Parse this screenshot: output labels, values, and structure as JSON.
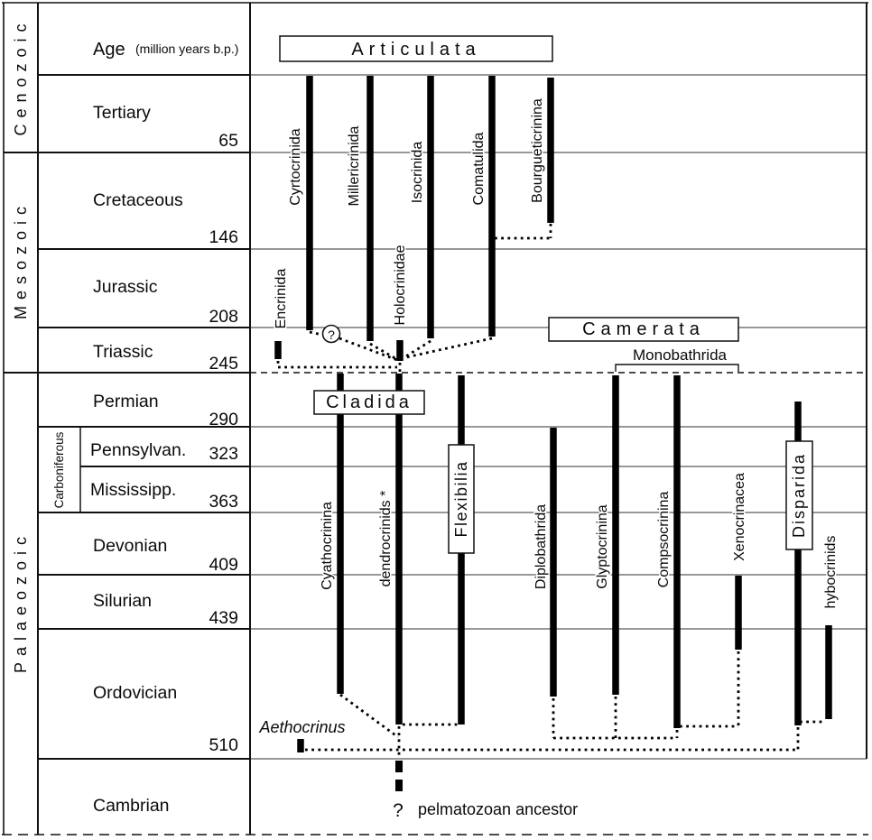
{
  "timescale": {
    "age_header": {
      "label": "Age",
      "units": "(million years b.p.)"
    },
    "eras": [
      "Cenozoic",
      "Mesozoic",
      "Palaeozoic"
    ],
    "carboniferous_label": "Carboniferous",
    "periods": [
      {
        "name": "Tertiary",
        "boundary_ma": "65"
      },
      {
        "name": "Cretaceous",
        "boundary_ma": "146"
      },
      {
        "name": "Jurassic",
        "boundary_ma": "208"
      },
      {
        "name": "Triassic",
        "boundary_ma": "245"
      },
      {
        "name": "Permian",
        "boundary_ma": "290"
      },
      {
        "name": "Pennsylvan.",
        "boundary_ma": "323"
      },
      {
        "name": "Mississipp.",
        "boundary_ma": "363"
      },
      {
        "name": "Devonian",
        "boundary_ma": "409"
      },
      {
        "name": "Silurian",
        "boundary_ma": "439"
      },
      {
        "name": "Ordovician",
        "boundary_ma": "510"
      },
      {
        "name": "Cambrian",
        "boundary_ma": ""
      }
    ]
  },
  "clade_boxes": {
    "articulata": "Articulata",
    "camerata": "Camerata",
    "monobathrida": "Monobathrida",
    "cladida": "Cladida",
    "flexibilia": "Flexibilia",
    "disparida": "Disparida"
  },
  "annotations": {
    "aethocrinus": "Aethocrinus",
    "uncertain_origin": "?",
    "ancestor_question": "?",
    "ancestor_label": "pelmatozoan ancestor"
  },
  "chart_data": {
    "type": "range-chart",
    "time_axis": {
      "unit": "million years b.p.",
      "boundaries": [
        65,
        146,
        208,
        245,
        290,
        323,
        363,
        409,
        439,
        510
      ]
    },
    "taxa": [
      {
        "name": "Cyrtocrinida",
        "from_ma": 210,
        "to_ma": 0
      },
      {
        "name": "Millericrinida",
        "from_ma": 220,
        "to_ma": 0
      },
      {
        "name": "Isocrinida",
        "from_ma": 217,
        "to_ma": 0
      },
      {
        "name": "Comatulida",
        "from_ma": 215,
        "to_ma": 0
      },
      {
        "name": "Bourgueticrinina",
        "from_ma": 124,
        "to_ma": 0
      },
      {
        "name": "Encrinida",
        "from_ma": 234,
        "to_ma": 219
      },
      {
        "name": "Holocrinidae",
        "from_ma": 236,
        "to_ma": 218
      },
      {
        "name": "Cyathocrinina",
        "from_ma": 474,
        "to_ma": 245
      },
      {
        "name": "dendrocrinids *",
        "from_ma": 491,
        "to_ma": 245
      },
      {
        "name": "Flexibilia",
        "from_ma": 490,
        "to_ma": 246
      },
      {
        "name": "Diplobathrida",
        "from_ma": 475,
        "to_ma": 290
      },
      {
        "name": "Glyptocrinina",
        "from_ma": 475,
        "to_ma": 246
      },
      {
        "name": "Compsocrinina",
        "from_ma": 493,
        "to_ma": 246
      },
      {
        "name": "Xenocrinacea",
        "from_ma": 450,
        "to_ma": 409
      },
      {
        "name": "Disparida",
        "from_ma": 492,
        "to_ma": 269
      },
      {
        "name": "hybocrinids",
        "from_ma": 488,
        "to_ma": 437
      },
      {
        "name": "Aethocrinus",
        "from_ma": 508,
        "to_ma": 500
      },
      {
        "name": "pelmatozoan ancestor",
        "from_ma": 530,
        "to_ma": 512,
        "style": "dashed-uncertain"
      }
    ],
    "links_dotted": [
      {
        "from": "Comatulida",
        "to": "Bourgueticrinina"
      },
      {
        "from": "Holocrinidae",
        "to": "Comatulida"
      },
      {
        "from": "Holocrinidae",
        "to": "Isocrinida"
      },
      {
        "from": "Holocrinidae",
        "to": "Millericrinida"
      },
      {
        "from": "Cyrtocrinida",
        "to": "Millericrinida",
        "marker": "circled ?"
      },
      {
        "from": "dendrocrinids *",
        "to": "Holocrinidae"
      },
      {
        "from": "dendrocrinids *",
        "to": "Encrinida"
      },
      {
        "from": "Cyathocrinina",
        "to": "dendrocrinids *"
      },
      {
        "from": "dendrocrinids *",
        "to": "Flexibilia"
      },
      {
        "from": "pelmatozoan ancestor",
        "to": "dendrocrinids *"
      },
      {
        "from": "Aethocrinus",
        "to": "Disparida"
      },
      {
        "from": "Diplobathrida",
        "to": "Glyptocrinina"
      },
      {
        "from": "Glyptocrinina",
        "to": "Compsocrinina"
      },
      {
        "from": "Compsocrinina",
        "to": "Xenocrinacea"
      },
      {
        "from": "Disparida",
        "to": "hybocrinids"
      }
    ]
  }
}
